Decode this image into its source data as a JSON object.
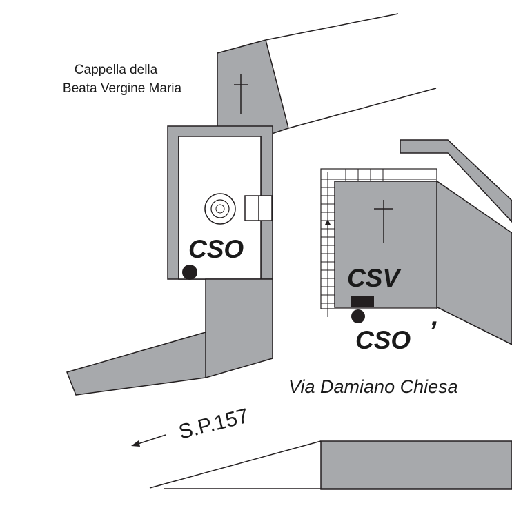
{
  "chapel": {
    "line1": "Cappella della",
    "line2": "Beata Vergine Maria"
  },
  "markers": {
    "cso": "CSO",
    "csv": "CSV",
    "cso_prime": "CSO",
    "prime_mark": "’"
  },
  "roads": {
    "street": "Via Damiano Chiesa",
    "provincial": "S.P.157"
  },
  "colors": {
    "building_fill": "#a7a9ac",
    "outline": "#231f20",
    "interior": "#ffffff"
  }
}
